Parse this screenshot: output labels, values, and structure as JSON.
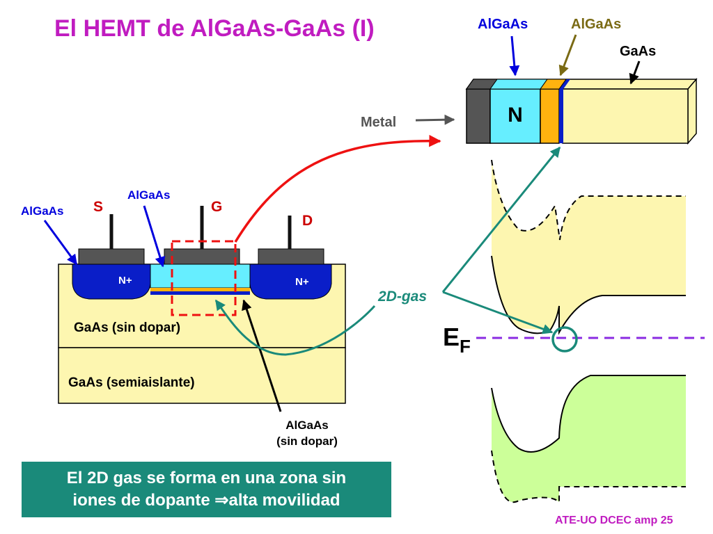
{
  "title": "El HEMT de AlGaAs-GaAs (I)",
  "device": {
    "algaas_left": "AlGaAs",
    "algaas_top": "AlGaAs",
    "source": "S",
    "gate": "G",
    "drain": "D",
    "n_plus_left": "N+",
    "n_plus_right": "N+",
    "gaas_undoped": "GaAs (sin dopar)",
    "gaas_semi": "GaAs (semiaislante)",
    "algaas_undoped_line1": "AlGaAs",
    "algaas_undoped_line2": "(sin dopar)"
  },
  "layers": {
    "algaas_blue": "AlGaAs",
    "algaas_olive": "AlGaAs",
    "gaas": "GaAs",
    "metal": "Metal",
    "n_region": "N"
  },
  "band": {
    "gas_label": "2D-gas",
    "fermi_main": "E",
    "fermi_sub": "F"
  },
  "note": {
    "line1": "El 2D gas se forma en una zona sin",
    "line2": "iones de dopante ⇒alta movilidad"
  },
  "footer": "ATE-UO DCEC amp 25",
  "colors": {
    "title": "#c01cc0",
    "blue_label": "#0000dd",
    "red_label": "#cc0000",
    "teal": "#1a8a7a",
    "olive": "#7a6a14",
    "yellow": "#fdf6b0",
    "green": "#ccff99",
    "cyan": "#66eeff",
    "navy": "#0a1ec8",
    "orange": "#ffb30f",
    "dark_gray": "#555555",
    "fermi_line": "#8a2be2"
  }
}
